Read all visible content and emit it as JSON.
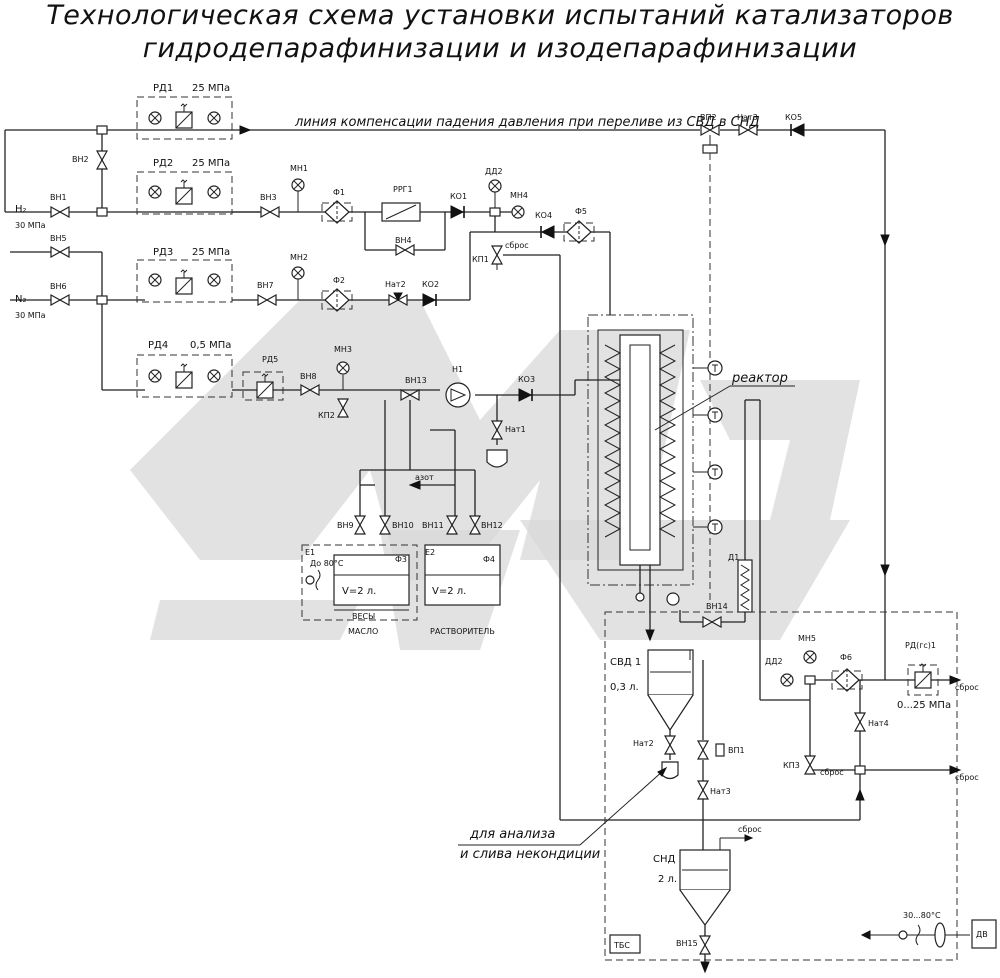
{
  "title": {
    "line1": "Технологическая схема установки испытаний катализаторов",
    "line2": "гидродепарафинизации и изодепарафинизации"
  },
  "compensation_line": "линия компенсации падения давления при переливе из СВД в СНД",
  "gases": {
    "h2": "H₂",
    "h2_pressure": "30 МПа",
    "n2": "N₂",
    "n2_pressure": "30 МПа"
  },
  "regulators": {
    "rd1": "РД1",
    "rd1_p": "25 МПа",
    "rd2": "РД2",
    "rd2_p": "25 МПа",
    "rd3": "РД3",
    "rd3_p": "25 МПа",
    "rd4": "РД4",
    "rd4_p": "0,5 МПа",
    "rd5": "РД5",
    "rd_gs1": "РД(гс)1",
    "rd_gs1_p": "0...25 МПа"
  },
  "valves": {
    "vn1": "ВН1",
    "vn2": "ВН2",
    "vn3": "ВН3",
    "vn4": "ВН4",
    "vn5": "ВН5",
    "vn6": "ВН6",
    "vn7": "ВН7",
    "vn8": "ВН8",
    "vn9": "ВН9",
    "vn10": "ВН10",
    "vn11": "ВН11",
    "vn12": "ВН12",
    "vn13": "ВН13",
    "vn14": "ВН14",
    "vn15": "ВН15",
    "vp1": "ВП1",
    "vp2": "ВП2",
    "nat1": "Нат1",
    "nat2_top": "Нат2",
    "nat2_bottom": "Нат2",
    "nat3_top": "Нат3",
    "nat3_bottom": "Нат3",
    "nat4": "Нат4",
    "ko1": "КО1",
    "ko2": "КО2",
    "ko3": "КО3",
    "ko4": "КО4",
    "ko5": "КО5",
    "kp1": "КП1",
    "kp2": "КП2",
    "kp3": "КП3"
  },
  "instruments": {
    "mn1": "МН1",
    "mn2": "МН2",
    "mn3": "МН3",
    "mn4": "МН4",
    "mn5": "МН5",
    "dd2_top": "ДД2",
    "dd2_bottom": "ДД2",
    "f1": "Ф1",
    "f2": "Ф2",
    "f5": "Ф5",
    "f6": "Ф6",
    "rrg1": "РРГ1",
    "n1": "Н1",
    "d1": "Д1"
  },
  "equipment": {
    "reactor": "реактор",
    "svd1": "СВД 1",
    "svd1_volume": "0,3 л.",
    "snd": "СНД",
    "snd_volume": "2 л.",
    "tbs": "ТБС",
    "dv": "ДВ",
    "fan_temp": "30...80°С",
    "azot": "азот",
    "e1": "Е1",
    "e2": "Е2",
    "f3": "Ф3",
    "f4": "Ф4",
    "e1_temp": "До 80°С",
    "e1_volume": "V=2 л.",
    "e2_volume": "V=2 л.",
    "vesy": "ВЕСЫ",
    "maslo": "МАСЛО",
    "rastvoritel": "РАСТВОРИТЕЛЬ"
  },
  "sbros": {
    "s1": "сброс",
    "s2": "сброс",
    "s3": "сброс",
    "s4": "сброс",
    "s5": "сброс"
  },
  "analysis_note": {
    "line1": "для анализа",
    "line2": "и слива некондиции"
  }
}
